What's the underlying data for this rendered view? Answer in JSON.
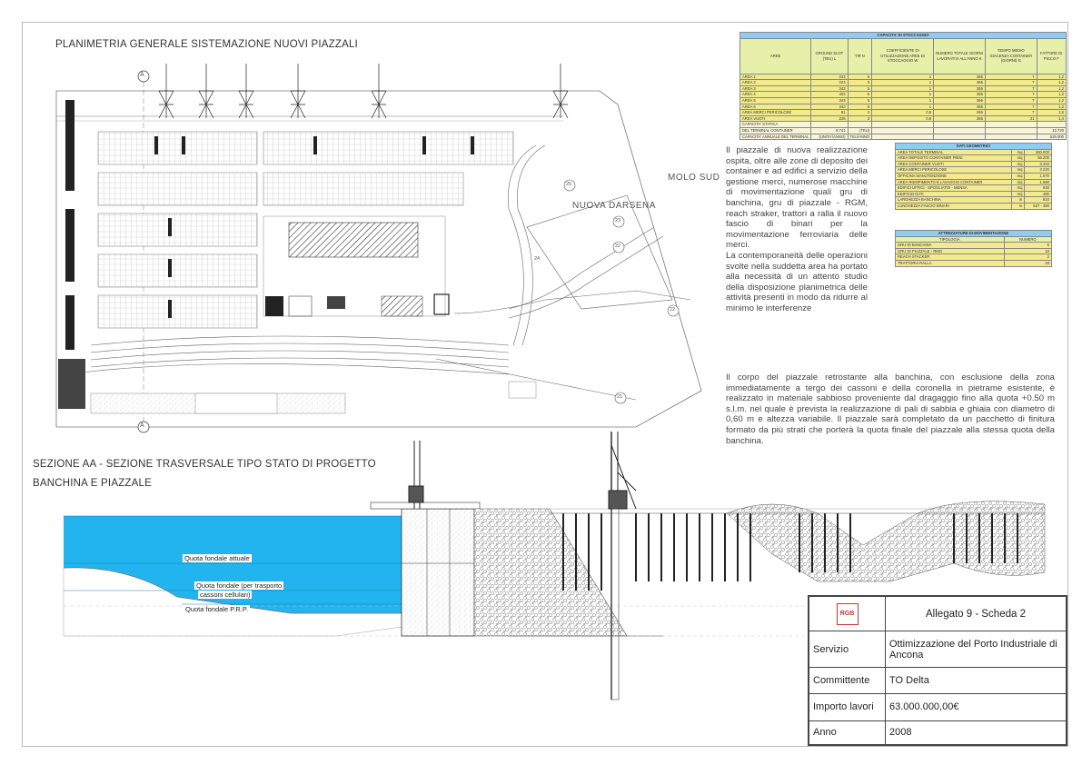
{
  "titles": {
    "planimetry": "PLANIMETRIA GENERALE SISTEMAZIONE NUOVI PIAZZALI",
    "section_line1": "SEZIONE AA - SEZIONE TRASVERSALE TIPO STATO DI PROGETTO",
    "section_line2": "BANCHINA E PIAZZALE"
  },
  "map_labels": {
    "molo": "MOLO SUD",
    "darsena": "NUOVA DARSENA",
    "section_marker": "A",
    "circles": [
      "25",
      "23",
      "22",
      "24",
      "22",
      "21"
    ]
  },
  "paragraph1": [
    "Il piazzale di nuova realizzazione ospita, oltre alle zone di deposito dei container e ad edifici a servizio della gestione merci, numerose macchine di movimentazione quali gru di banchina, gru di piazzale - RGM, reach straker, trattori a ralla il nuovo fascio di binari per la movimentazione ferroviaria delle merci.",
    "La contemporaneità delle operazioni svolte nella suddetta area ha portato alla necessità di un attento studio della disposizione planimetrica delle attività presenti in modo da ridurre al minimo le interferenze"
  ],
  "paragraph2": "Il corpo del piazzale retrostante alla banchina, con esclusione della zona immediatamente a tergo dei cassoni e della coronella in pietrame esistente, è realizzato in materiale sabbioso proveniente dal dragaggio fino alla quota +0.50 m s.l.m. nel quale è prevista la realizzazione di pali di sabbia e ghiaia con diametro di 0,60 m e altezza variabile. Il piazzale sarà completato da un pacchetto di finitura formato da più strati che porterà la quota finale del piazzale alla stessa quota della banchina.",
  "capacity_table": {
    "title": "CAPACITA' DI STOCCAGGIO",
    "headers": [
      "AREE",
      "GROUND SLOT (TEU) L",
      "TIR N",
      "COEFFICIENTE DI UTILIZZAZIONE AREE DI STOCCAGGIO W",
      "NUMERO TOTALE GIORNI LAVORATIVI ALL'ANNO K",
      "TEMPO MEDIO GIACENZA CONTAINER (GIORNI) G",
      "FATTORE DI PICCO F"
    ],
    "rows": [
      [
        "AREA 1",
        "343",
        "5",
        "1",
        "365",
        "7",
        "1,2"
      ],
      [
        "AREA 2",
        "343",
        "5",
        "1",
        "365",
        "7",
        "1,2"
      ],
      [
        "AREA 3",
        "343",
        "5",
        "1",
        "365",
        "7",
        "1,2"
      ],
      [
        "AREA 4",
        "403",
        "5",
        "1",
        "365",
        "7",
        "1,2"
      ],
      [
        "AREA 5",
        "343",
        "5",
        "1",
        "365",
        "7",
        "1,2"
      ],
      [
        "AREA 6",
        "343",
        "5",
        "1",
        "365",
        "7",
        "1,2"
      ],
      [
        "AREA MERCI PERICOLOSE",
        "81",
        "3",
        "0,8",
        "365",
        "7",
        "1,5"
      ],
      [
        "AREA VUOTI",
        "225",
        "3",
        "0,8",
        "365",
        "21",
        "1,4"
      ]
    ],
    "totals": [
      [
        "CAPACITA' STATICA",
        "",
        "",
        "",
        "",
        "",
        ""
      ],
      [
        "DEL TERMINAL CONTAINER",
        "8.741",
        "(TEU)",
        "",
        "",
        "",
        "12.720"
      ],
      [
        "CAPACITA' ANNUALE DEL TERMINAL",
        "(UNITA'/ANNO)",
        "TEU/ANNO",
        "",
        "",
        "",
        "526.000"
      ]
    ]
  },
  "geometric_table": {
    "title": "DATI GEOMETRICI",
    "rows": [
      [
        "AREA TOTALE TERMINAL",
        "mq",
        "280.000"
      ],
      [
        "AREA DEPOSITO CONTAINER PIENI",
        "mq",
        "56.200"
      ],
      [
        "AREA CONTAINER VUOTI",
        "mq",
        "3.310"
      ],
      [
        "AREA MERCI PERICOLOSE",
        "mq",
        "3.220"
      ],
      [
        "OFFICINA MANUTENZIONE",
        "mq",
        "1.570"
      ],
      [
        "AREA RIEMPIMENTO E LAVAGGIO CONTAINER",
        "mq",
        "1.660"
      ],
      [
        "EDIFICI UFFICI - SPOGLIATOI - MENSA",
        "mq",
        "940"
      ],
      [
        "EDIFICIO DATI",
        "mq",
        "480"
      ],
      [
        "LARGHEZZA BANCHINA",
        "m",
        "810"
      ],
      [
        "LUNGHEZZA FASCIO BINARI",
        "m",
        "527 - 390"
      ]
    ]
  },
  "equipment_table": {
    "title": "ATTREZZATURE DI MOVIMENTAZIONE",
    "headers": [
      "TIPOLOGIA",
      "NUMERO"
    ],
    "rows": [
      [
        "GRU DI BANCHINA",
        "6"
      ],
      [
        "GRU DI PIAZZALE - RMG",
        "10"
      ],
      [
        "REACH STACKER",
        "2"
      ],
      [
        "TRATTORIA RALLA",
        "18"
      ]
    ]
  },
  "section_labels": {
    "quota_attuale": "Quota fondale attuale",
    "quota_trasporto_1": "Quota fondale (per trasporto",
    "quota_trasporto_2": "cassoni cellulari)",
    "quota_prp": "Quota fondale P.R.P."
  },
  "info_card": {
    "logo": "RGB",
    "title": "Allegato 9 - Scheda 2",
    "rows": [
      {
        "key": "Servizio",
        "value": "Ottimizzazione del Porto Industriale di Ancona"
      },
      {
        "key": "Committente",
        "value": "TO Delta"
      },
      {
        "key": "Importo lavori",
        "value": "63.000.000,00€"
      },
      {
        "key": "Anno",
        "value": "2008"
      }
    ]
  },
  "colors": {
    "water": "#21b4ee",
    "table_header": "#8ecdf2",
    "table_row": "#f3ea8e"
  }
}
